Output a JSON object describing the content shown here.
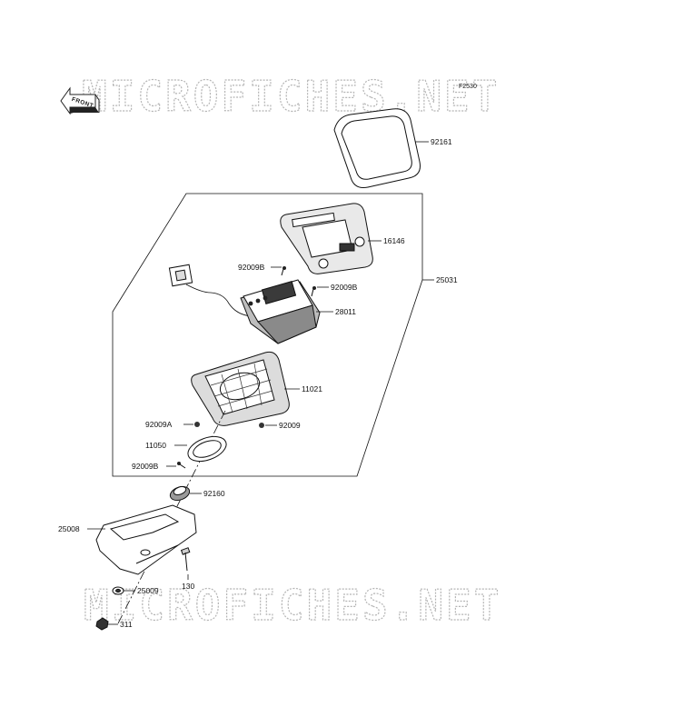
{
  "figure_code": "F2530",
  "front_label": "FRONT",
  "watermark": {
    "text": "MICROFICHES.NET",
    "color": "#b5b5b5"
  },
  "parts": {
    "bezel_seal": "92161",
    "meter_case": "16146",
    "meter_assembly": "25031",
    "screw_upper": "92009B",
    "screw_side": "92009B",
    "meter_unit": "28011",
    "meter_base": "11021",
    "screw_a": "92009A",
    "screw_base": "92009",
    "grommet_ring": "11050",
    "screw_lower": "92009B",
    "grommet": "92160",
    "bracket": "25008",
    "bolt": "130",
    "collar": "25009",
    "nut": "311"
  }
}
